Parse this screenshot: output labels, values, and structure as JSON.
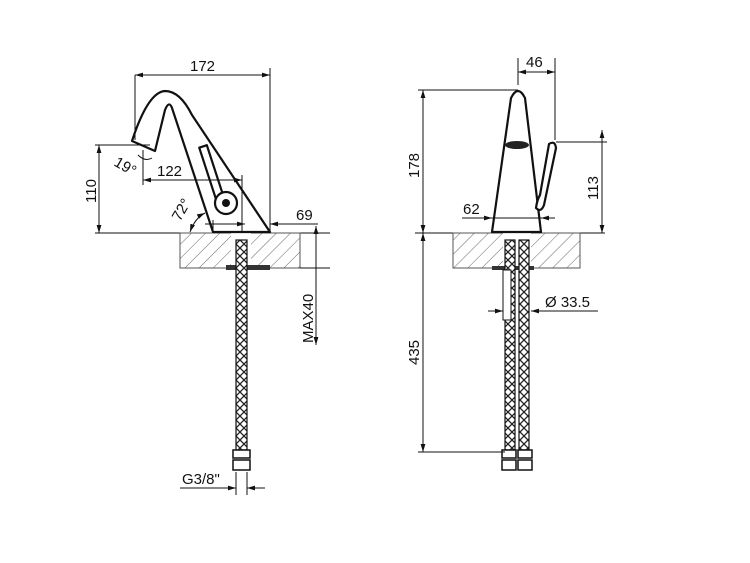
{
  "side_view": {
    "width": "172",
    "height": "110",
    "reach": "122",
    "base_offset": "69",
    "spout_angle": "19°",
    "body_angle": "72°",
    "max_counter_thickness": "MAX40",
    "thread": "G3/8\""
  },
  "front_view": {
    "lever_width": "46",
    "total_height": "178",
    "lever_height": "113",
    "base_diameter": "62",
    "hole_diameter": "Ø 33.5",
    "hose_length": "435"
  }
}
